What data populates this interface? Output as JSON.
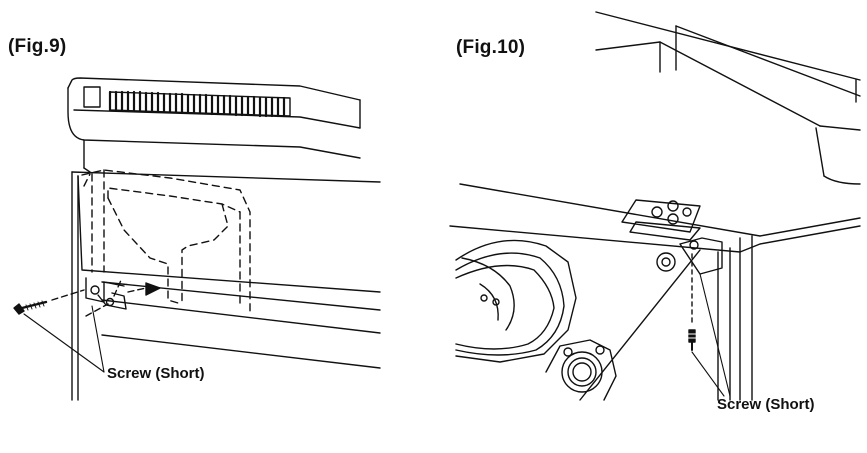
{
  "figures": [
    {
      "title": "(Fig.9)",
      "callout": "Screw (Short)"
    },
    {
      "title": "(Fig.10)",
      "callout": "Screw (Short)"
    }
  ],
  "colors": {
    "ink": "#111111",
    "background": "#ffffff"
  }
}
